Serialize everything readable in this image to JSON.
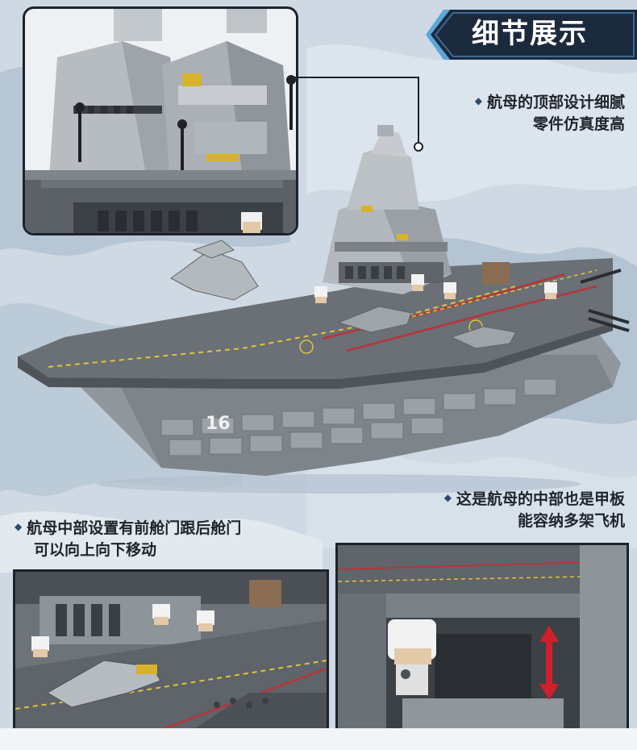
{
  "header": {
    "title": "细节展示"
  },
  "callouts": {
    "top": {
      "line1": "航母的顶部设计细腻",
      "line2": "零件仿真度高"
    },
    "middle_right": {
      "line1": "这是航母的中部也是甲板",
      "line2": "能容纳多架飞机"
    },
    "middle_left": {
      "line1": "航母中部设置有前舱门跟后舱门",
      "line2": "可以向上向下移动"
    }
  },
  "ship": {
    "hull_number": "16"
  },
  "colors": {
    "badge_dark": "#1c2a3d",
    "badge_accent": "#5aa7d8",
    "deck_gray": "#6a7076",
    "hull_gray": "#8f969c",
    "deck_line_yellow": "#e3c33a",
    "deck_line_red": "#b8343a",
    "arrow_red": "#d0202a"
  },
  "icons": {
    "bullet": "diamond-bullet-icon",
    "move_arrow": "up-down-arrow-icon"
  }
}
